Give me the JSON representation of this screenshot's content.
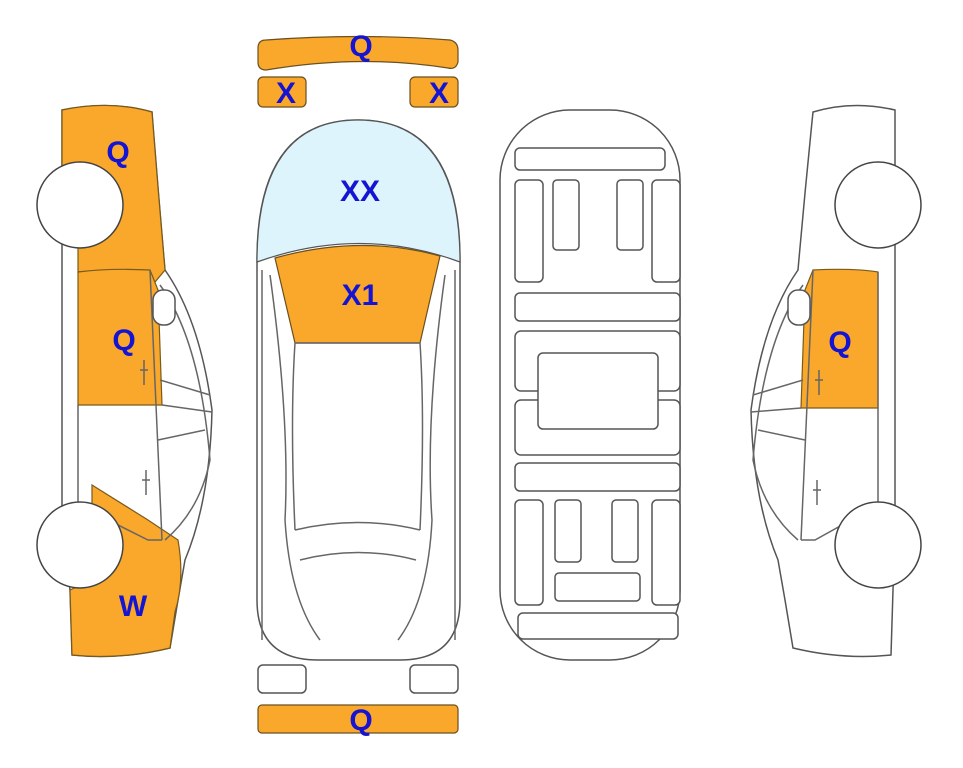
{
  "colors": {
    "damage": "#F9A82B",
    "glass": "#DDF4FC",
    "label": "#1414D2",
    "outline": "#555555"
  },
  "left_side": {
    "front_fender": "Q",
    "front_door": "Q",
    "rear_quarter": "W"
  },
  "top_view": {
    "front_bumper": "Q",
    "left_headlight": "X",
    "right_headlight": "X",
    "windshield": "XX",
    "hood_roof": "X1",
    "rear_bumper": "Q"
  },
  "right_side": {
    "front_door": "Q"
  }
}
